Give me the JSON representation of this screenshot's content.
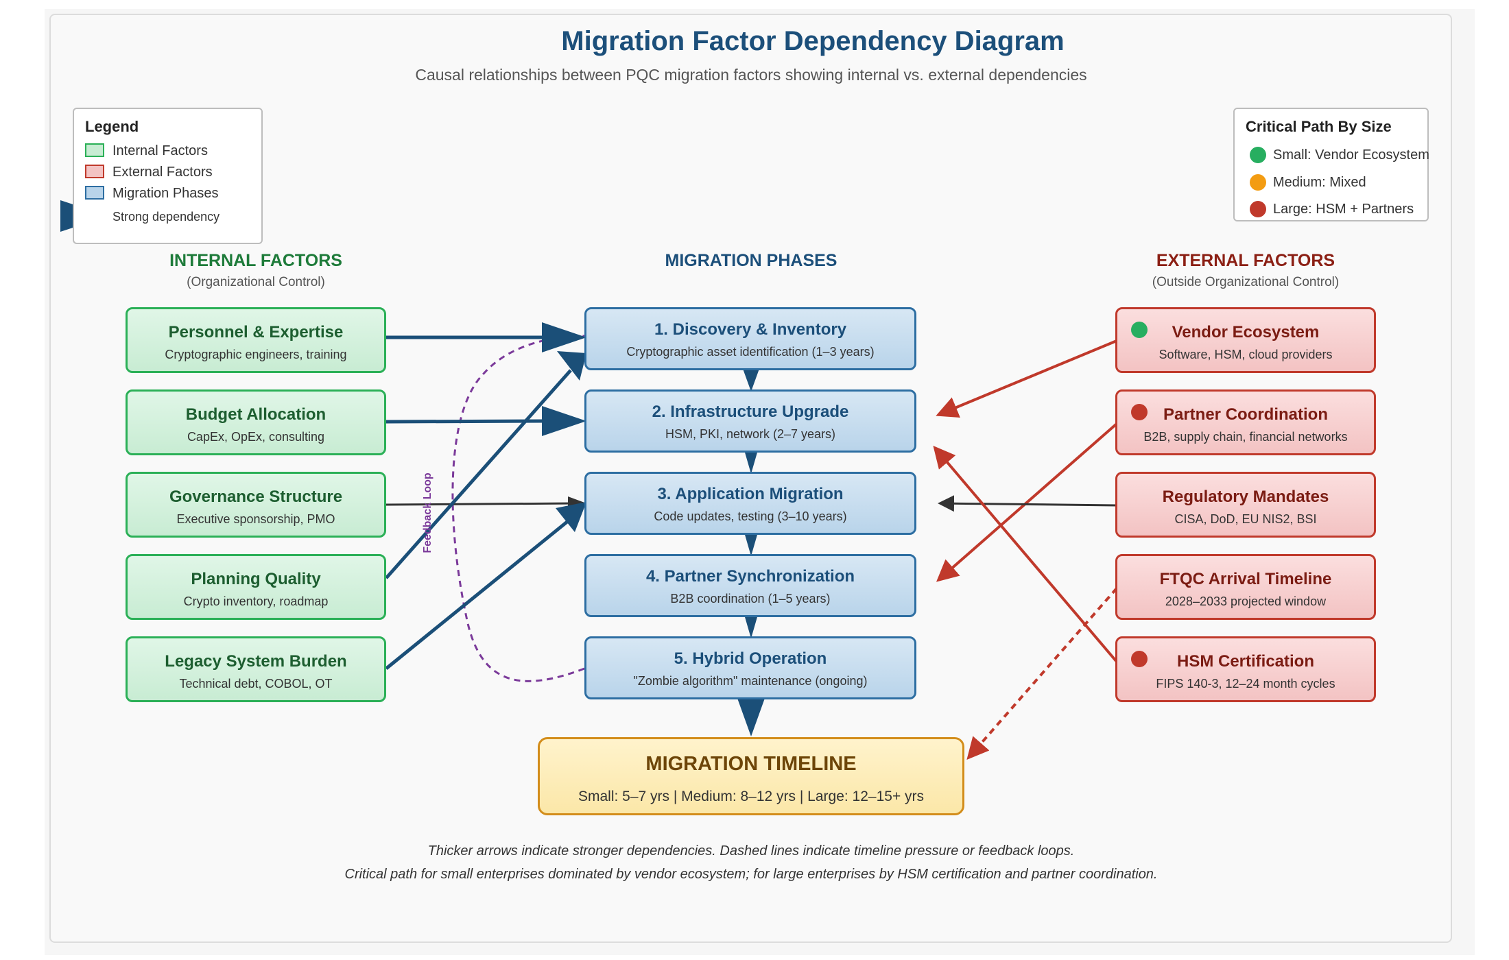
{
  "title": "Migration Factor Dependency Diagram",
  "subtitle": "Causal relationships between PQC migration factors showing internal vs. external dependencies",
  "legend": {
    "title": "Legend",
    "items": [
      "Internal Factors",
      "External Factors",
      "Migration Phases",
      "Strong dependency"
    ]
  },
  "critical_path": {
    "title": "Critical Path By Size",
    "items": [
      "Small: Vendor Ecosystem",
      "Medium: Mixed",
      "Large: HSM + Partners"
    ]
  },
  "columns": {
    "internal": {
      "title": "INTERNAL FACTORS",
      "subtitle": "(Organizational Control)"
    },
    "phases": {
      "title": "MIGRATION PHASES"
    },
    "external": {
      "title": "EXTERNAL FACTORS",
      "subtitle": "(Outside Organizational Control)"
    }
  },
  "internal_factors": [
    {
      "title": "Personnel & Expertise",
      "sub": "Cryptographic engineers, training"
    },
    {
      "title": "Budget Allocation",
      "sub": "CapEx, OpEx, consulting"
    },
    {
      "title": "Governance Structure",
      "sub": "Executive sponsorship, PMO"
    },
    {
      "title": "Planning Quality",
      "sub": "Crypto inventory, roadmap"
    },
    {
      "title": "Legacy System Burden",
      "sub": "Technical debt, COBOL, OT"
    }
  ],
  "phases": [
    {
      "title": "1. Discovery & Inventory",
      "sub": "Cryptographic asset identification (1–3 years)"
    },
    {
      "title": "2. Infrastructure Upgrade",
      "sub": "HSM, PKI, network (2–7 years)"
    },
    {
      "title": "3. Application Migration",
      "sub": "Code updates, testing (3–10 years)"
    },
    {
      "title": "4. Partner Synchronization",
      "sub": "B2B coordination (1–5 years)"
    },
    {
      "title": "5. Hybrid Operation",
      "sub": "\"Zombie algorithm\" maintenance (ongoing)"
    }
  ],
  "external_factors": [
    {
      "title": "Vendor Ecosystem",
      "sub": "Software, HSM, cloud providers"
    },
    {
      "title": "Partner Coordination",
      "sub": "B2B, supply chain, financial networks"
    },
    {
      "title": "Regulatory Mandates",
      "sub": "CISA, DoD, EU NIS2, BSI"
    },
    {
      "title": "FTQC Arrival Timeline",
      "sub": "2028–2033 projected window"
    },
    {
      "title": "HSM Certification",
      "sub": "FIPS 140-3, 12–24 month cycles"
    }
  ],
  "timeline": {
    "title": "MIGRATION TIMELINE",
    "sub": "Small: 5–7 yrs | Medium: 8–12 yrs | Large: 12–15+ yrs"
  },
  "feedback_label": "Feedback Loop",
  "footnotes": [
    "Thicker arrows indicate stronger dependencies. Dashed lines indicate timeline pressure or feedback loops.",
    "Critical path for small enterprises dominated by vendor ecosystem; for large enterprises by HSM certification and partner coordination."
  ],
  "colors": {
    "internal": "#2bb057",
    "external": "#c0392b",
    "phase": "#2d6ea2",
    "arrow_blue": "#1b4f78",
    "feedback": "#7b3a9a",
    "small": "#27ae60",
    "medium": "#f39c12",
    "large": "#c0392b"
  }
}
